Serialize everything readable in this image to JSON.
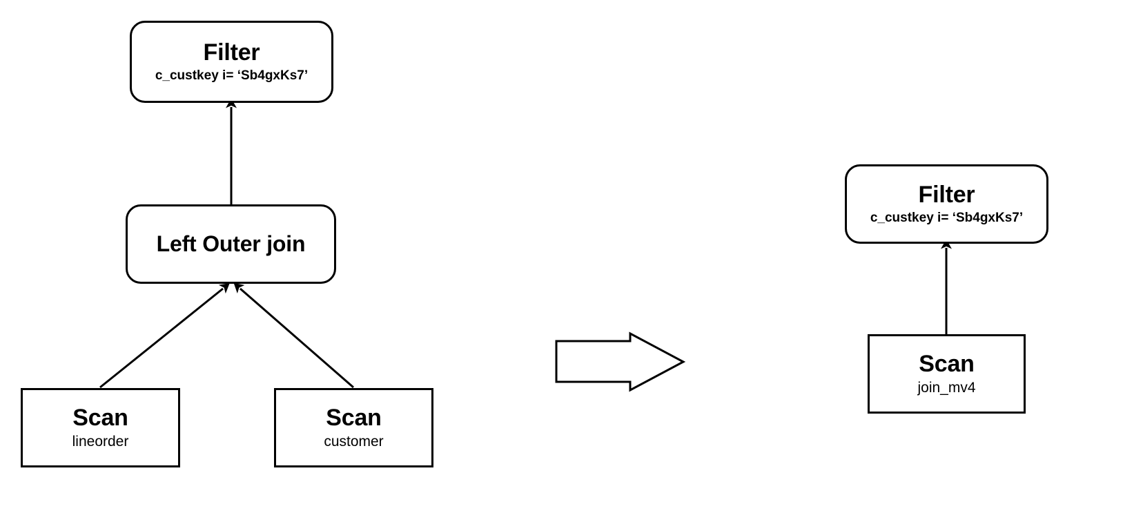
{
  "diagram": {
    "type": "query-plan-rewrite",
    "description": "Query plan rewrite: a left outer join of lineorder and customer followed by a filter is rewritten into a scan of the materialized view join_mv4 followed by the same filter.",
    "transform_arrow": {
      "icon": "right-block-arrow-icon",
      "direction": "right"
    },
    "original_plan": {
      "label": "original-plan",
      "nodes": [
        {
          "id": "filter-left",
          "title": "Filter",
          "subtitle": "c_custkey i= ‘Sb4gxKs7’",
          "shape": "rounded-rect",
          "subtitle_weight": "bold"
        },
        {
          "id": "join-left",
          "title": "Left Outer join",
          "subtitle": "",
          "shape": "rounded-rect",
          "subtitle_weight": "none"
        },
        {
          "id": "scan-lineorder",
          "title": "Scan",
          "subtitle": "lineorder",
          "shape": "rect",
          "subtitle_weight": "regular"
        },
        {
          "id": "scan-customer",
          "title": "Scan",
          "subtitle": "customer",
          "shape": "rect",
          "subtitle_weight": "regular"
        }
      ],
      "edges": [
        {
          "from": "join-left",
          "to": "filter-left",
          "style": "straight-vertical",
          "arrowhead": "solid-triangle"
        },
        {
          "from": "scan-lineorder",
          "to": "join-left",
          "style": "diagonal",
          "arrowhead": "solid-triangle"
        },
        {
          "from": "scan-customer",
          "to": "join-left",
          "style": "diagonal",
          "arrowhead": "solid-triangle"
        }
      ]
    },
    "rewritten_plan": {
      "label": "rewritten-plan",
      "nodes": [
        {
          "id": "filter-right",
          "title": "Filter",
          "subtitle": "c_custkey i= ‘Sb4gxKs7’",
          "shape": "rounded-rect",
          "subtitle_weight": "bold"
        },
        {
          "id": "scan-joinmv",
          "title": "Scan",
          "subtitle": "join_mv4",
          "shape": "rect",
          "subtitle_weight": "regular"
        }
      ],
      "edges": [
        {
          "from": "scan-joinmv",
          "to": "filter-right",
          "style": "straight-vertical",
          "arrowhead": "solid-triangle"
        }
      ]
    },
    "colors": {
      "background": "#ffffff",
      "stroke": "#000000",
      "text": "#000000",
      "node_fill": "#ffffff"
    }
  }
}
